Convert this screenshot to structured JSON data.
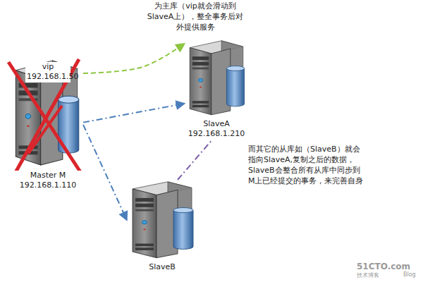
{
  "diagram": {
    "nodes": [
      {
        "text": [
          "vip 192.168.1.50",
          "Master M 192.168.1.110"
        ]
      },
      {
        "text": [
          "SlaveA 192.168.1.210"
        ]
      },
      {
        "text": [
          "SlaveB"
        ]
      }
    ],
    "edges": [
      {
        "from": 0,
        "to": 1,
        "arrow": "to"
      },
      {
        "from": 0,
        "to": 1,
        "arrow": "to"
      },
      {
        "from": 0,
        "to": 2,
        "arrow": "to"
      },
      {
        "from": 2,
        "to": 1,
        "arrow": "none"
      }
    ],
    "labels": [
      "为主库（vip就会滑动到SlaveA上），整全事务后对外提供服务",
      "而其它的从库如（SlaveB）就会指向SlaveA,复制之后的数据，SlaveB会整合所有从库中同步到M上已经提交的事务，来完善自身",
      "51CTO.com",
      "技术博客",
      "Blog"
    ]
  }
}
